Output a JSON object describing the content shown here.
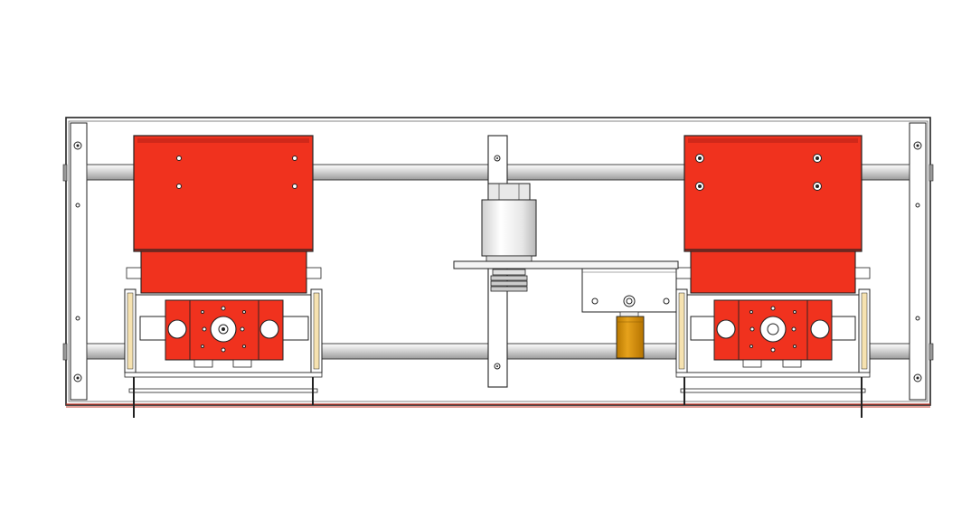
{
  "drawing": {
    "view": "front-elevation",
    "components": [
      "frame",
      "horizontal-rail-upper",
      "horizontal-rail-lower",
      "left-red-actuator-unit",
      "right-red-actuator-unit",
      "center-vertical-bracket",
      "center-cylinder",
      "center-plate",
      "center-mount-block",
      "amber-cylinder"
    ],
    "colors": {
      "red": "#f0321e",
      "red_dark": "#c8200f",
      "rail": "#d8d8d8",
      "amber": "#d9940a",
      "line": "#222222",
      "cylinder": "#e2e2e2"
    }
  }
}
